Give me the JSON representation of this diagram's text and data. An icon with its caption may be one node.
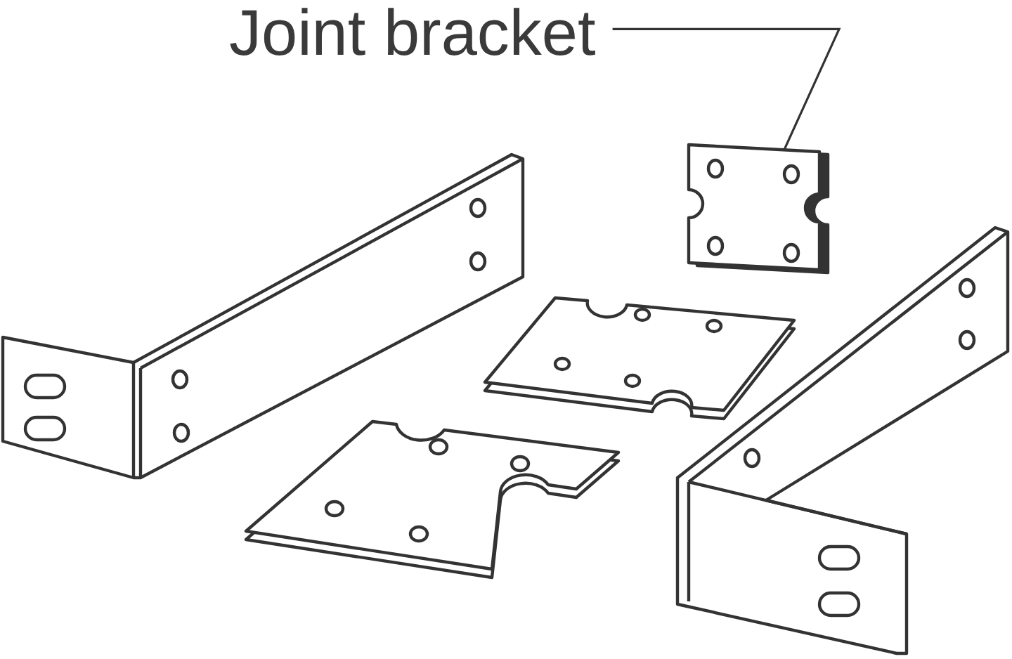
{
  "diagram": {
    "nodes": [
      {
        "text": [
          "Joint bracket"
        ]
      },
      {
        "text": [],
        "shape": "picture"
      }
    ],
    "edges": [
      {
        "from": 0,
        "to": 1,
        "arrow": "none"
      }
    ]
  }
}
